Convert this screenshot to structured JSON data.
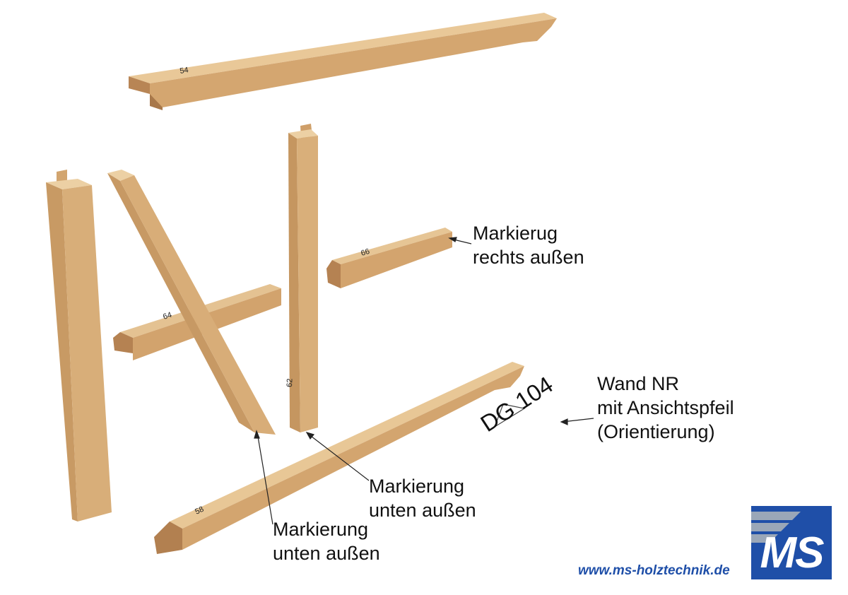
{
  "callouts": {
    "rechts_line1": "Markierug",
    "rechts_line2": "rechts außen",
    "wand_line1": "Wand NR",
    "wand_line2": "mit Ansichtspfeil",
    "wand_line3": "(Orientierung)",
    "unten1_line1": "Markierung",
    "unten1_line2": "unten außen",
    "unten2_line1": "Markierung",
    "unten2_line2": "unten außen"
  },
  "wall_code": "DG 104",
  "beam_labels": {
    "top_plate": "54",
    "right_rail": "66",
    "left_rail": "64",
    "center_post": "62",
    "bottom_plate": "58"
  },
  "footer": {
    "website": "www.ms-holztechnik.de",
    "logo_text": "MS"
  },
  "colors": {
    "wood_light": "#e2bd8a",
    "wood_mid": "#cfa06a",
    "wood_dark": "#a9784a",
    "logo_blue": "#1f4fa8"
  }
}
